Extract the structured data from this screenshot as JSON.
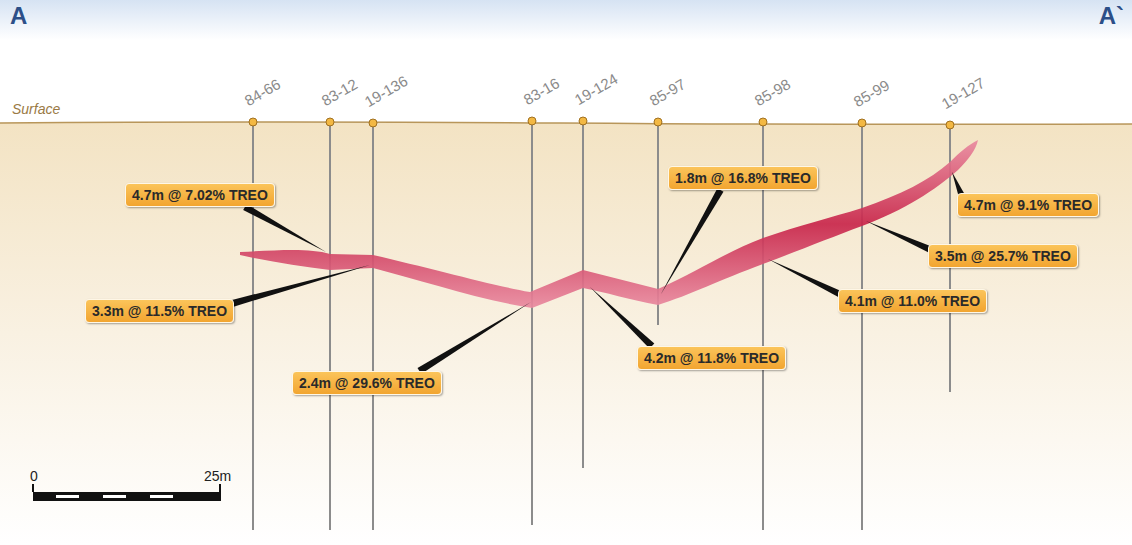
{
  "diagram": {
    "nodes": [
      {
        "text": [
          "4.7m @ 7.02% TREO"
        ]
      },
      {
        "text": [
          "1.8m @ 16.8% TREO"
        ]
      },
      {
        "text": [
          "4.7m @ 9.1% TREO"
        ]
      },
      {
        "text": [
          "3.3m @ 11.5% TREO"
        ]
      },
      {
        "text": [
          "3.5m @ 25.7% TREO"
        ]
      },
      {
        "text": [
          "4.1m @ 11.0% TREO"
        ]
      },
      {
        "text": [
          "4.2m @ 11.8% TREO"
        ]
      },
      {
        "text": [
          "2.4m @ 29.6% TREO"
        ]
      }
    ],
    "edges": [],
    "labels": [
      "A",
      "A`",
      "Surface",
      "84-66",
      "83-12",
      "19-136",
      "83-16",
      "19-124",
      "85-97",
      "85-98",
      "85-99",
      "19-127",
      "0",
      "25m"
    ]
  }
}
